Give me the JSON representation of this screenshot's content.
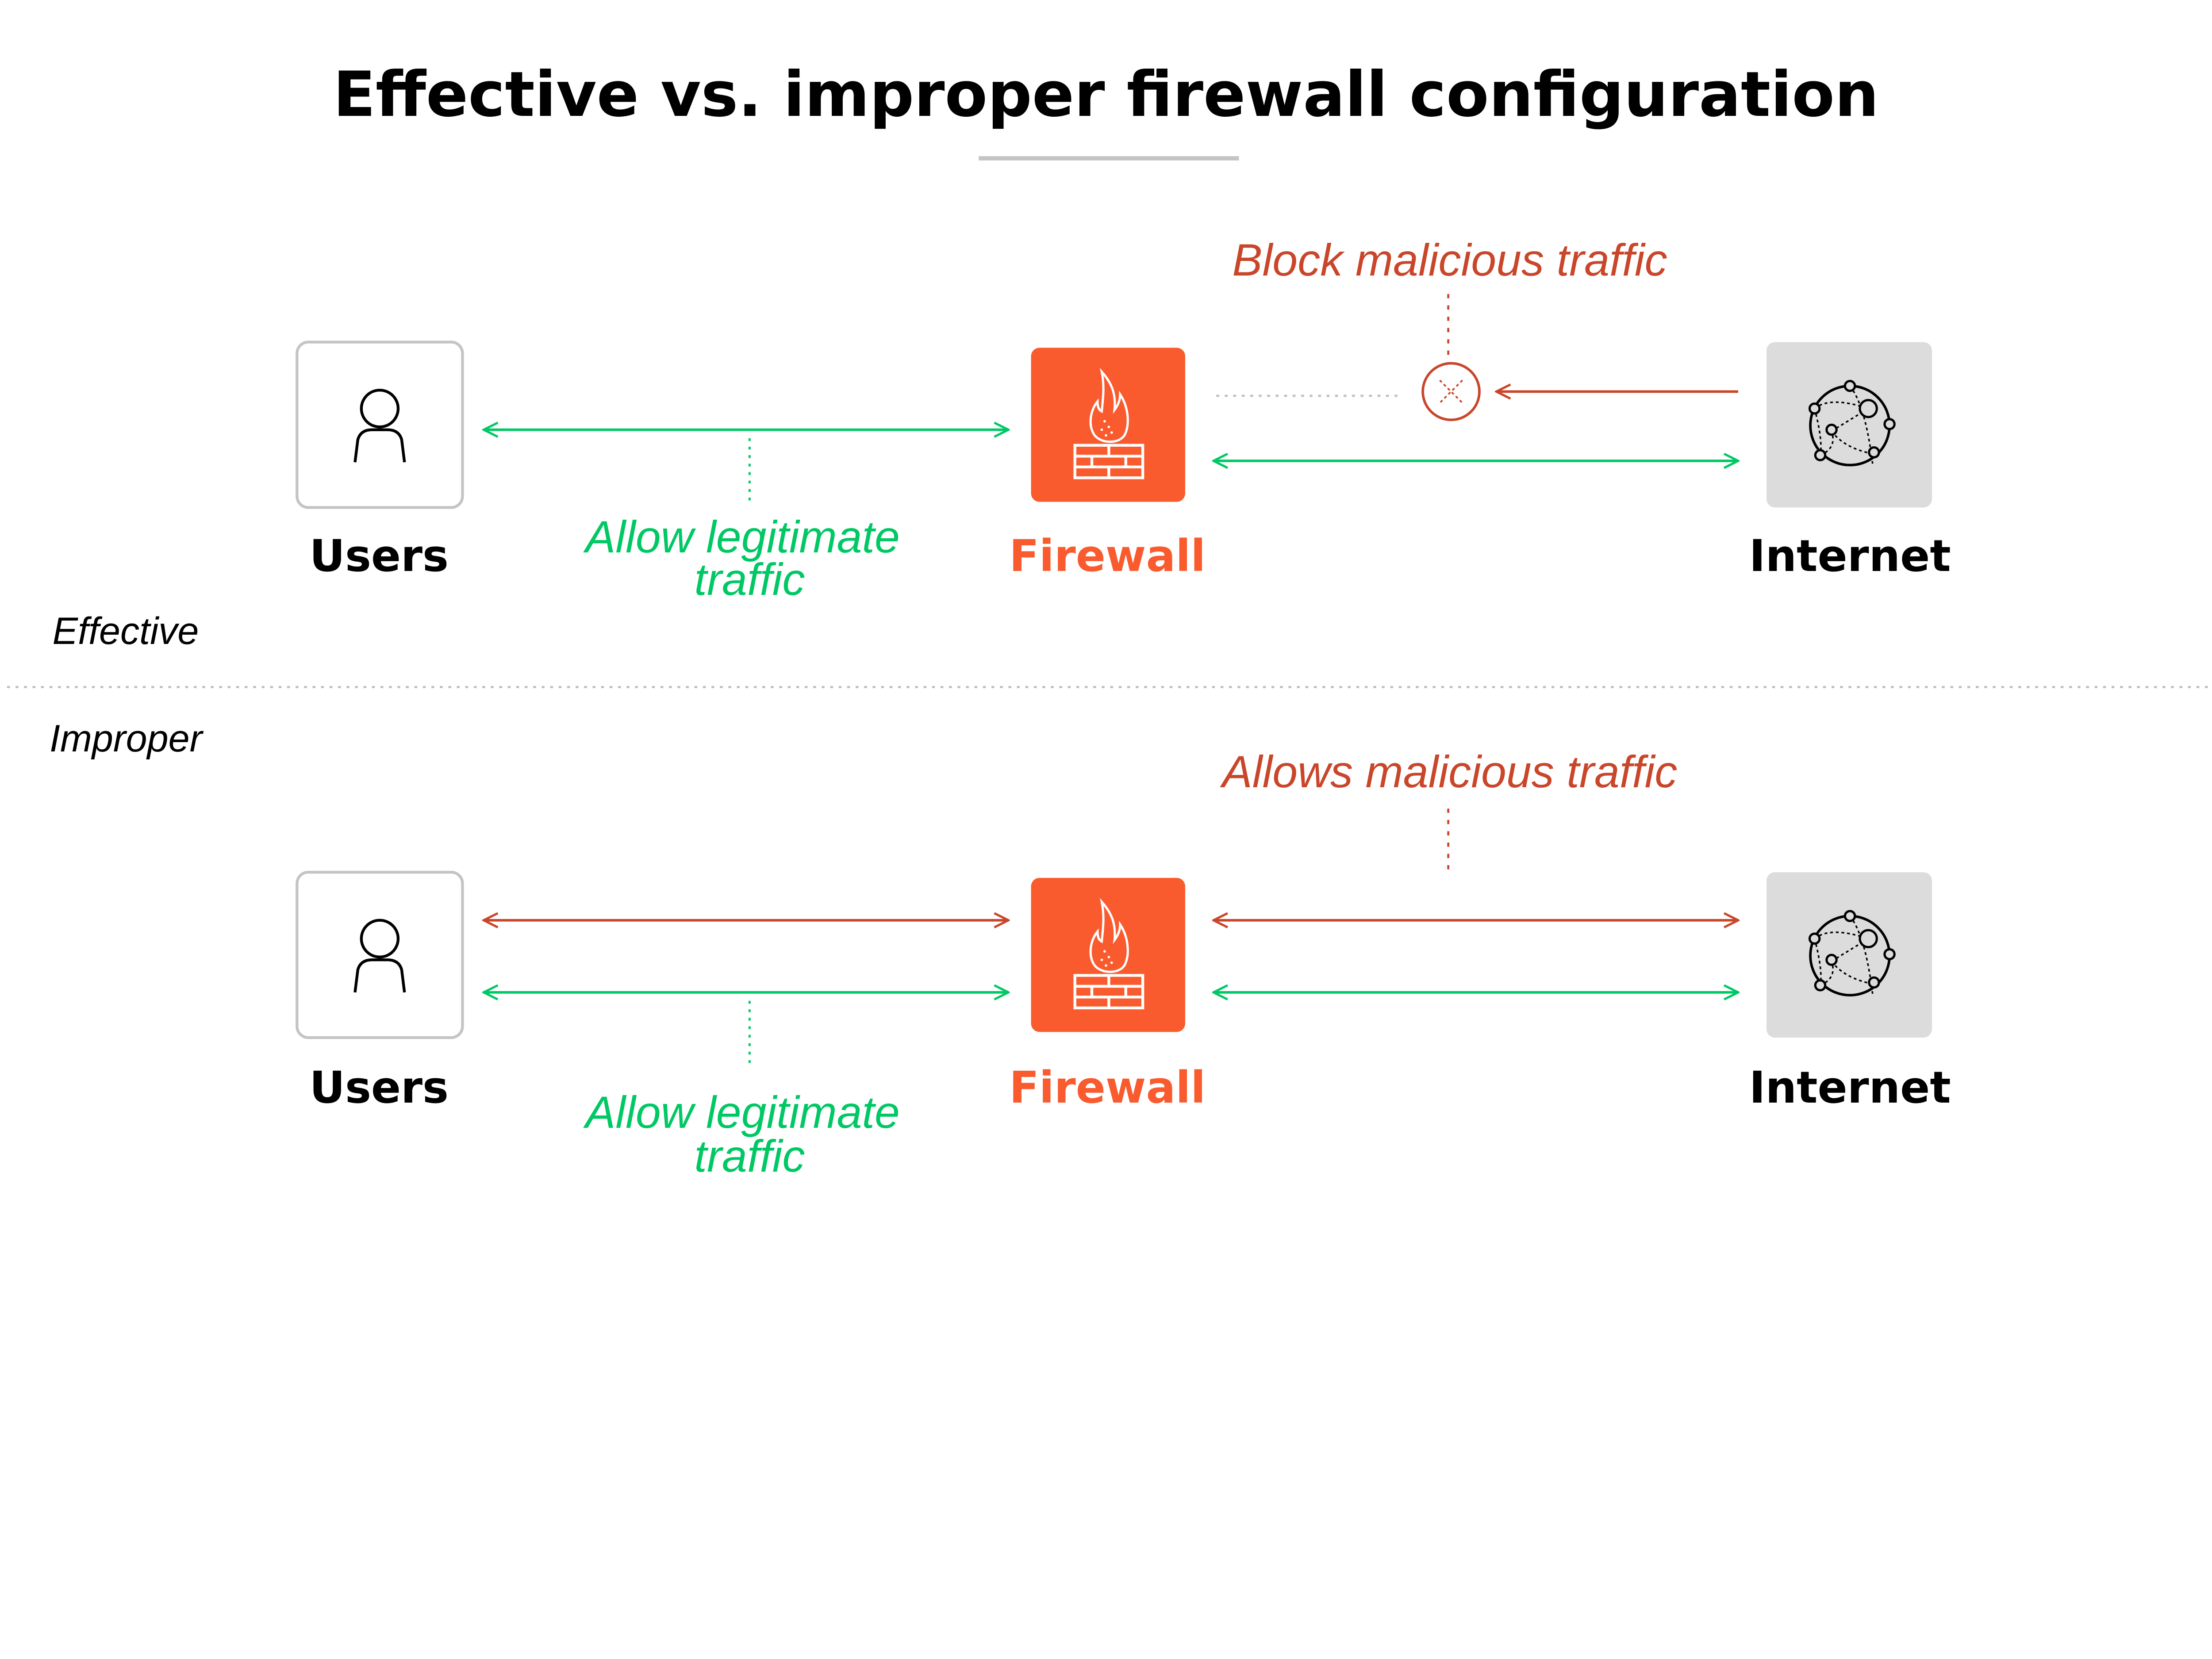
{
  "title": "Effective vs. improper firewall configuration",
  "colors": {
    "firewall": "#F95B2E",
    "malicious": "#C9462A",
    "legitimate": "#00C864",
    "internet_box": "#DCDCDC",
    "users_box_border": "#C4C4C4"
  },
  "icons": {
    "users": "person-icon",
    "firewall": "firewall-flame-icon",
    "internet": "globe-network-icon",
    "blocked": "x-circle-icon"
  },
  "effective": {
    "section_label": "Effective",
    "users_label": "Users",
    "firewall_label": "Firewall",
    "internet_label": "Internet",
    "legit_label_line1": "Allow legitimate",
    "legit_label_line2": "traffic",
    "malicious_label": "Block malicious traffic"
  },
  "improper": {
    "section_label": "Improper",
    "users_label": "Users",
    "firewall_label": "Firewall",
    "internet_label": "Internet",
    "legit_label_line1": "Allow legitimate",
    "legit_label_line2": "traffic",
    "malicious_label": "Allows malicious traffic"
  }
}
